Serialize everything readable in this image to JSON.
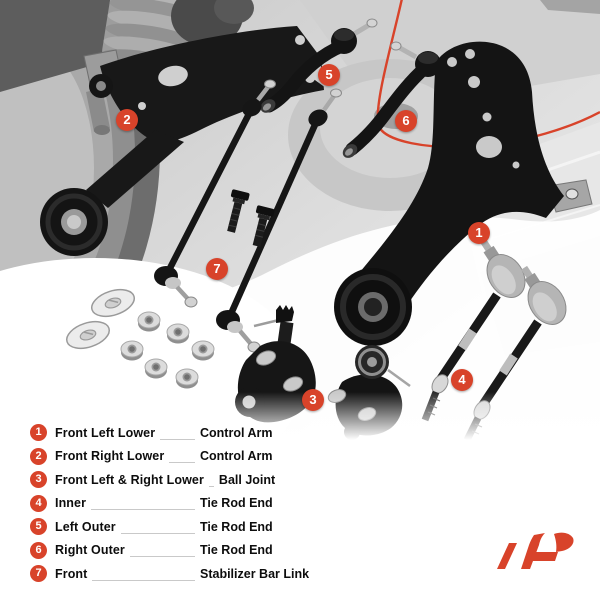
{
  "scene": {
    "markers": [
      "1",
      "2",
      "3",
      "4",
      "5",
      "6",
      "7"
    ]
  },
  "legend": {
    "rows": [
      {
        "number": "1",
        "label": "Front Left Lower",
        "part": "Control Arm"
      },
      {
        "number": "2",
        "label": "Front Right Lower",
        "part": "Control Arm"
      },
      {
        "number": "3",
        "label": "Front Left & Right Lower",
        "part": "Ball Joint"
      },
      {
        "number": "4",
        "label": "Inner",
        "part": "Tie Rod End"
      },
      {
        "number": "5",
        "label": "Left Outer",
        "part": "Tie Rod End"
      },
      {
        "number": "6",
        "label": "Right Outer",
        "part": "Tie Rod End"
      },
      {
        "number": "7",
        "label": "Front",
        "part": "Stabilizer Bar Link"
      }
    ]
  },
  "icons": {
    "brand_logo": "a-premium-ap-mark",
    "marker_shape": "red-circle-numbered"
  },
  "colors": {
    "accent_red": "#d8432a",
    "part_black": "#161616",
    "legend_text": "#0d0d0d",
    "leader_line": "#c9c9c9"
  }
}
